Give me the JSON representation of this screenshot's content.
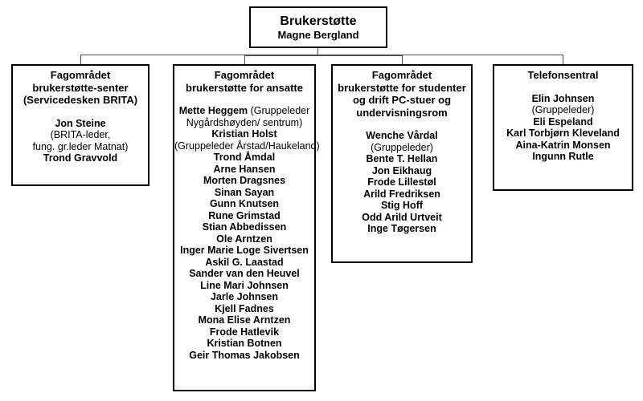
{
  "colors": {
    "background": "#ffffff",
    "box_border": "#000000",
    "text": "#000000",
    "connector": "#4d4d4d"
  },
  "root": {
    "title": "Brukerstøtte",
    "manager": "Magne Bergland"
  },
  "boxes": [
    {
      "id": "brukerstotte-senter",
      "title": "Fagområdet\nbrukerstøtte-senter\n(Servicedesken BRITA)",
      "members": [
        [
          {
            "text": "Jon Steine",
            "bold": true
          }
        ],
        [
          {
            "text": "(BRITA-leder,",
            "bold": false
          }
        ],
        [
          {
            "text": "fung. gr.leder Matnat)",
            "bold": false
          }
        ],
        [
          {
            "text": "Trond Gravvold",
            "bold": true
          }
        ]
      ]
    },
    {
      "id": "brukerstotte-ansatte",
      "title": "Fagområdet\nbrukerstøtte for ansatte",
      "members": [
        [
          {
            "text": "Mette Heggem ",
            "bold": true
          },
          {
            "text": "(Gruppeleder",
            "bold": false
          }
        ],
        [
          {
            "text": "Nygårdshøyden/ sentrum)",
            "bold": false
          }
        ],
        [
          {
            "text": "Kristian Holst",
            "bold": true
          }
        ],
        [
          {
            "text": "(Gruppeleder Årstad/Haukeland)",
            "bold": false
          }
        ],
        [
          {
            "text": "Trond Åmdal",
            "bold": true
          }
        ],
        [
          {
            "text": "Arne Hansen",
            "bold": true
          }
        ],
        [
          {
            "text": "Morten Dragsnes",
            "bold": true
          }
        ],
        [
          {
            "text": "Sinan Sayan",
            "bold": true
          }
        ],
        [
          {
            "text": "Gunn Knutsen",
            "bold": true
          }
        ],
        [
          {
            "text": "Rune Grimstad",
            "bold": true
          }
        ],
        [
          {
            "text": "Stian Abbedissen",
            "bold": true
          }
        ],
        [
          {
            "text": "Ole Arntzen",
            "bold": true
          }
        ],
        [
          {
            "text": "Inger Marie Loge Sivertsen",
            "bold": true
          }
        ],
        [
          {
            "text": "Askil G. Laastad",
            "bold": true
          }
        ],
        [
          {
            "text": "Sander van den Heuvel",
            "bold": true
          }
        ],
        [
          {
            "text": "Line Mari Johnsen",
            "bold": true
          }
        ],
        [
          {
            "text": "Jarle Johnsen",
            "bold": true
          }
        ],
        [
          {
            "text": "Kjell Fadnes",
            "bold": true
          }
        ],
        [
          {
            "text": "Mona Elise Arntzen",
            "bold": true
          }
        ],
        [
          {
            "text": "Frode Hatlevik",
            "bold": true
          }
        ],
        [
          {
            "text": "Kristian Botnen",
            "bold": true
          }
        ],
        [
          {
            "text": "Geir Thomas Jakobsen",
            "bold": true
          }
        ]
      ]
    },
    {
      "id": "brukerstotte-studenter",
      "title": "Fagområdet\nbrukerstøtte for studenter\nog drift PC-stuer og\nundervisningsrom",
      "members": [
        [
          {
            "text": "Wenche Vårdal",
            "bold": true
          }
        ],
        [
          {
            "text": "(Gruppeleder)",
            "bold": false
          }
        ],
        [
          {
            "text": "Bente T. Hellan",
            "bold": true
          }
        ],
        [
          {
            "text": "Jon Eikhaug",
            "bold": true
          }
        ],
        [
          {
            "text": "Frode Lillestøl",
            "bold": true
          }
        ],
        [
          {
            "text": "Arild Fredriksen",
            "bold": true
          }
        ],
        [
          {
            "text": "Stig Hoff",
            "bold": true
          }
        ],
        [
          {
            "text": "Odd Arild Urtveit",
            "bold": true
          }
        ],
        [
          {
            "text": "Inge Tøgersen",
            "bold": true
          }
        ]
      ]
    },
    {
      "id": "telefonsentral",
      "title": "Telefonsentral",
      "members": [
        [
          {
            "text": "Elin Johnsen",
            "bold": true
          }
        ],
        [
          {
            "text": "(Gruppeleder)",
            "bold": false
          }
        ],
        [
          {
            "text": "Eli Espeland",
            "bold": true
          }
        ],
        [
          {
            "text": "Karl Torbjørn Kleveland",
            "bold": true
          }
        ],
        [
          {
            "text": "Aina-Katrin Monsen",
            "bold": true
          }
        ],
        [
          {
            "text": "Ingunn Rutle",
            "bold": true
          }
        ]
      ]
    }
  ]
}
